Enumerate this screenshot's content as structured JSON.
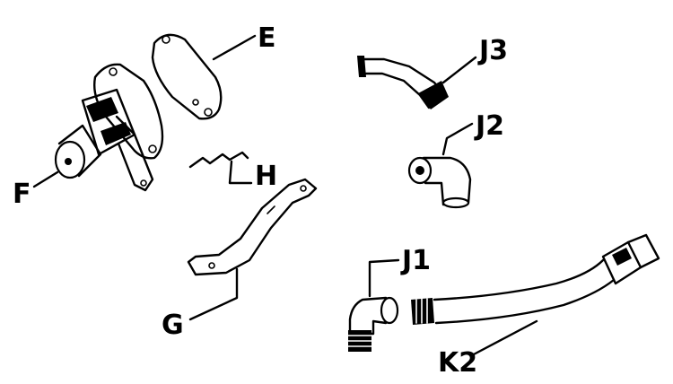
{
  "parts": [
    {
      "id": "E",
      "label": "E"
    },
    {
      "id": "F",
      "label": "F"
    },
    {
      "id": "G",
      "label": "G"
    },
    {
      "id": "H",
      "label": "H"
    },
    {
      "id": "J1",
      "label": "J1"
    },
    {
      "id": "J2",
      "label": "J2"
    },
    {
      "id": "J3",
      "label": "J3"
    },
    {
      "id": "K2",
      "label": "K2"
    }
  ]
}
